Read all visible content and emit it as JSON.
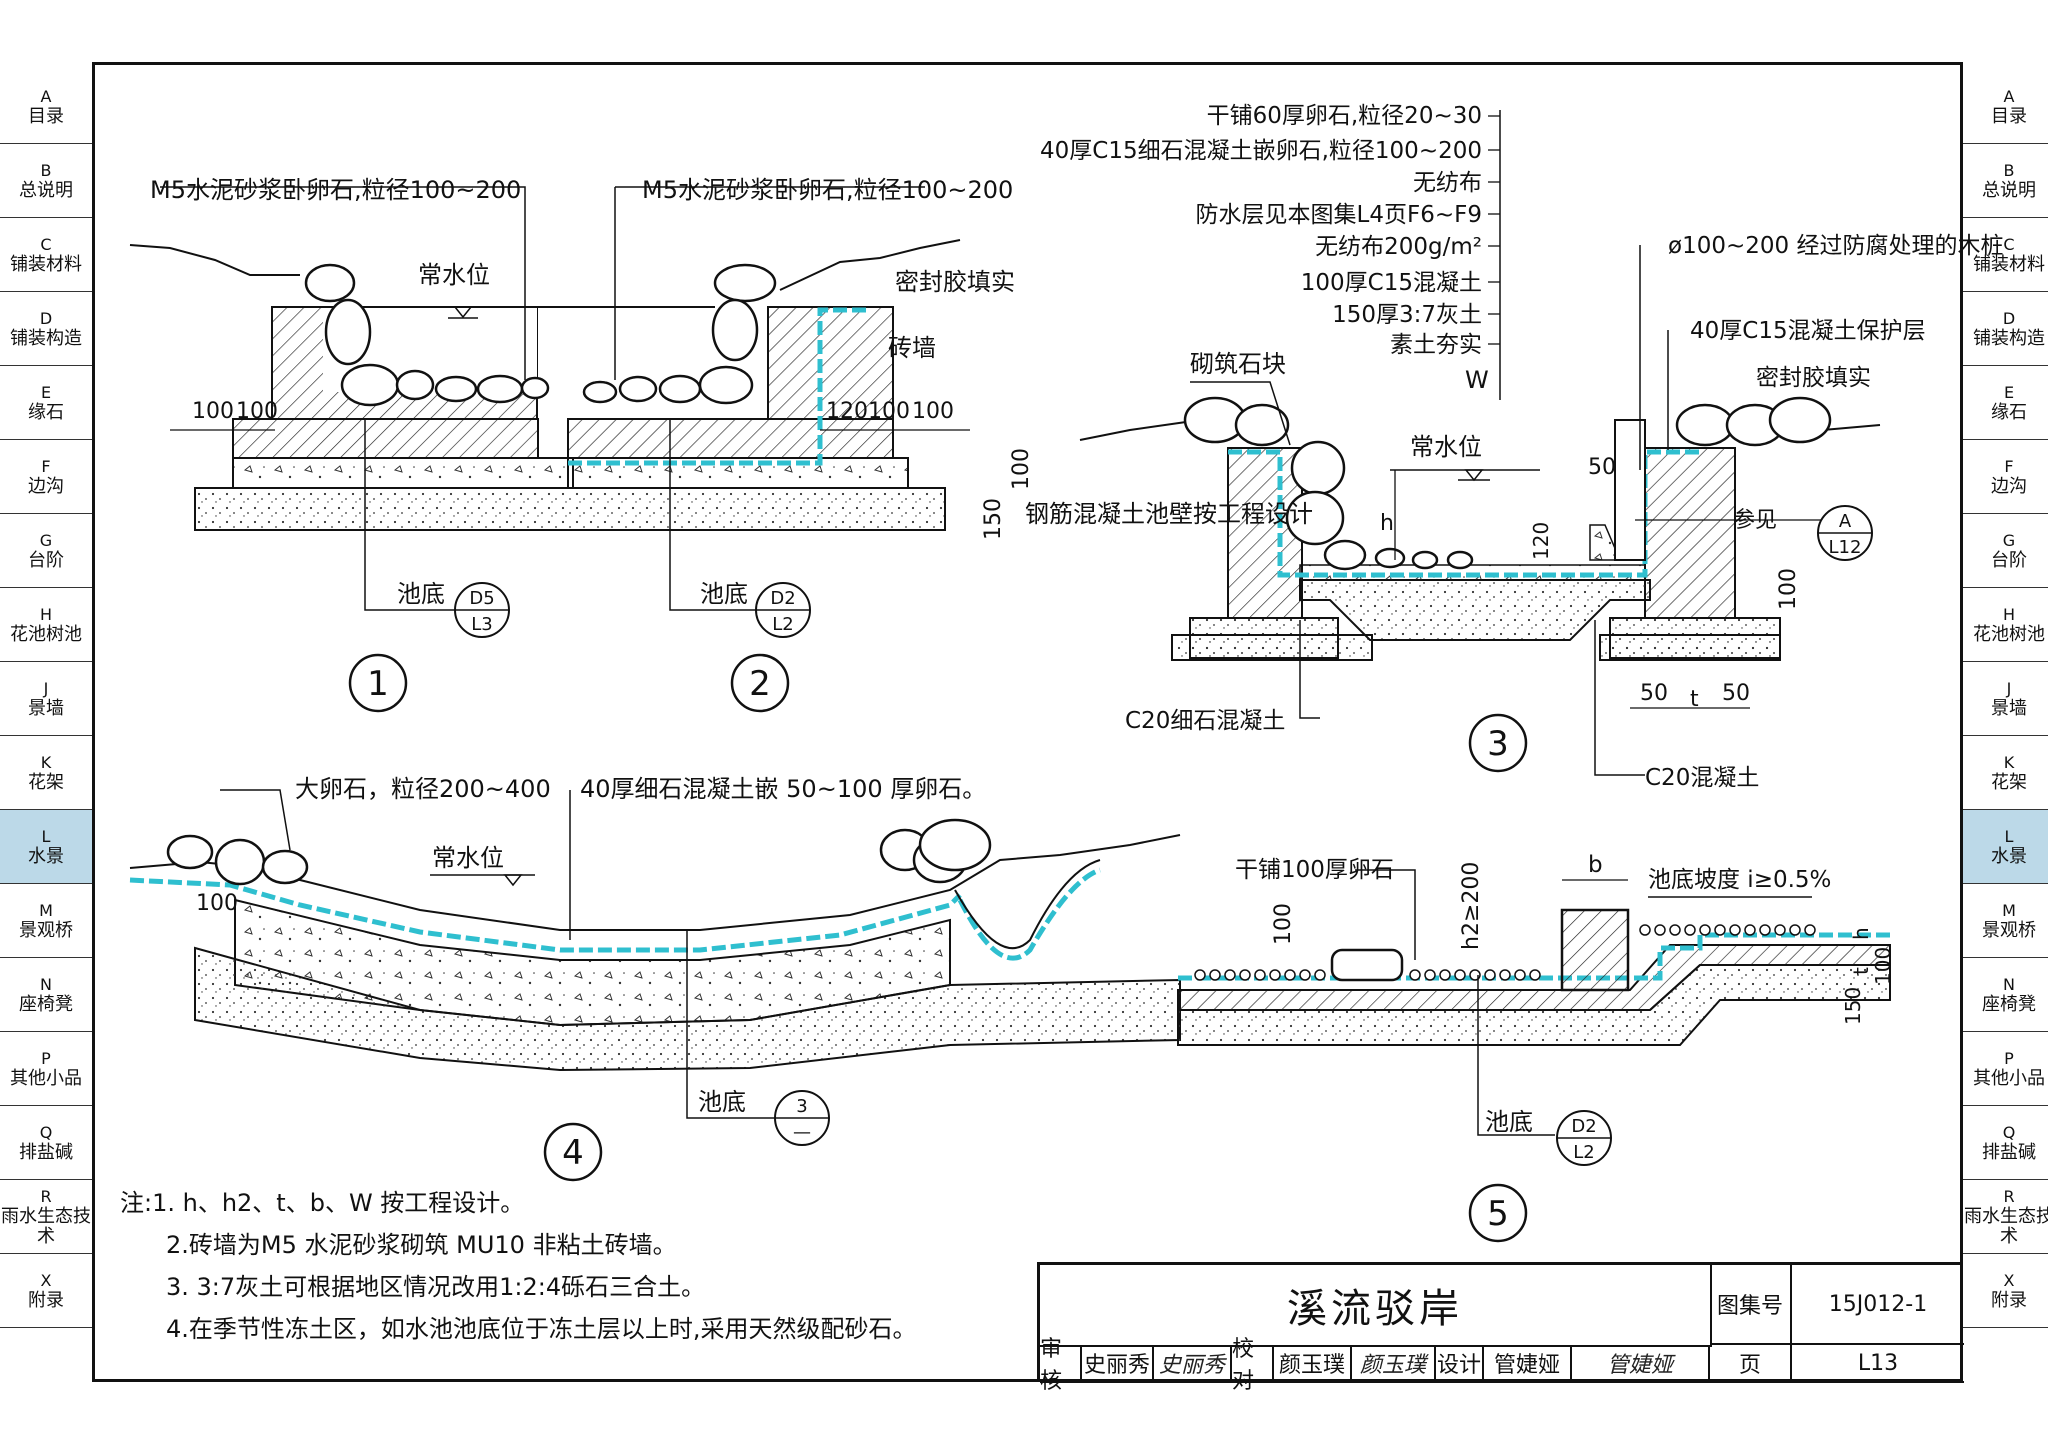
{
  "left_tabs": [
    {
      "code": "A",
      "label": "目录"
    },
    {
      "code": "B",
      "label": "总说明"
    },
    {
      "code": "C",
      "label": "铺装材料"
    },
    {
      "code": "D",
      "label": "铺装构造"
    },
    {
      "code": "E",
      "label": "缘石"
    },
    {
      "code": "F",
      "label": "边沟"
    },
    {
      "code": "G",
      "label": "台阶"
    },
    {
      "code": "H",
      "label": "花池树池"
    },
    {
      "code": "J",
      "label": "景墙"
    },
    {
      "code": "K",
      "label": "花架"
    },
    {
      "code": "L",
      "label": "水景"
    },
    {
      "code": "M",
      "label": "景观桥"
    },
    {
      "code": "N",
      "label": "座椅凳"
    },
    {
      "code": "P",
      "label": "其他小品"
    },
    {
      "code": "Q",
      "label": "排盐碱"
    },
    {
      "code": "R",
      "label": "雨水生态技术"
    },
    {
      "code": "X",
      "label": "附录"
    }
  ],
  "active_tab": "L",
  "detail1": {
    "leader": "M5水泥砂浆卧卵石,粒径100~200",
    "water": "常水位",
    "dims": [
      "100",
      "100",
      "150"
    ],
    "ref_label": "池底",
    "ref_top": "D5",
    "ref_bottom": "L3",
    "num": "1"
  },
  "detail2": {
    "leader": "M5水泥砂浆卧卵石,粒径100~200",
    "sealant": "密封胶填实",
    "wall": "砖墙",
    "dims": [
      "120",
      "100",
      "100",
      "100"
    ],
    "ref_label": "池底",
    "ref_top": "D2",
    "ref_bottom": "L2",
    "num": "2"
  },
  "detail3": {
    "layers": [
      "干铺60厚卵石,粒径20~30",
      "40厚C15细石混凝土嵌卵石,粒径100~200",
      "无纺布",
      "防水层见本图集L4页F6~F9",
      "无纺布200g/m²",
      "100厚C15混凝土",
      "150厚3:7灰土",
      "素土夯实"
    ],
    "stake": "ø100~200 经过防腐处理的木桩",
    "protect": "40厚C15混凝土保护层",
    "sealant": "密封胶填实",
    "stone": "砌筑石块",
    "rc_wall": "钢筋混凝土池壁按工程设计",
    "width": "W",
    "water": "常水位",
    "h": "h",
    "dims": [
      "50",
      "120",
      "100",
      "50",
      "t",
      "50"
    ],
    "see": "参见",
    "ref_top": "A",
    "ref_bottom": "L12",
    "fine_concrete": "C20细石混凝土",
    "concrete": "C20混凝土",
    "num": "3"
  },
  "detail4": {
    "big_stone": "大卵石，粒径200~400",
    "layer": "40厚细石混凝土嵌 50~100 厚卵石。",
    "water": "常水位",
    "dim": "100",
    "ref_label": "池底",
    "ref_top": "3",
    "ref_bottom": "—",
    "num": "4"
  },
  "detail5": {
    "gravel": "干铺100厚卵石",
    "slope": "池底坡度 i≥0.5%",
    "b": "b",
    "h2": "h2≥200",
    "dims": [
      "100",
      "h",
      "t",
      "100",
      "150"
    ],
    "ref_label": "池底",
    "ref_top": "D2",
    "ref_bottom": "L2",
    "num": "5"
  },
  "notes": [
    "注:1. h、h2、t、b、W 按工程设计。",
    "2.砖墙为M5 水泥砂浆砌筑 MU10 非粘土砖墙。",
    "3. 3:7灰土可根据地区情况改用1:2:4砾石三合土。",
    "4.在季节性冻土区，如水池池底位于冻土层以上时,采用天然级配砂石。"
  ],
  "title_block": {
    "title": "溪流驳岸",
    "atlas_label": "图集号",
    "atlas_no": "15J012-1",
    "review_label": "审核",
    "reviewer": "史丽秀",
    "reviewer_sign": "史丽秀",
    "check_label": "校对",
    "checker": "颜玉璞",
    "checker_sign": "颜玉璞",
    "design_label": "设计",
    "designer": "管婕娅",
    "designer_sign": "管婕娅",
    "page_label": "页",
    "page_no": "L13"
  },
  "colors": {
    "membrane": "#2fbfcf",
    "active_tab": "#bcd9e8",
    "line": "#111111"
  }
}
